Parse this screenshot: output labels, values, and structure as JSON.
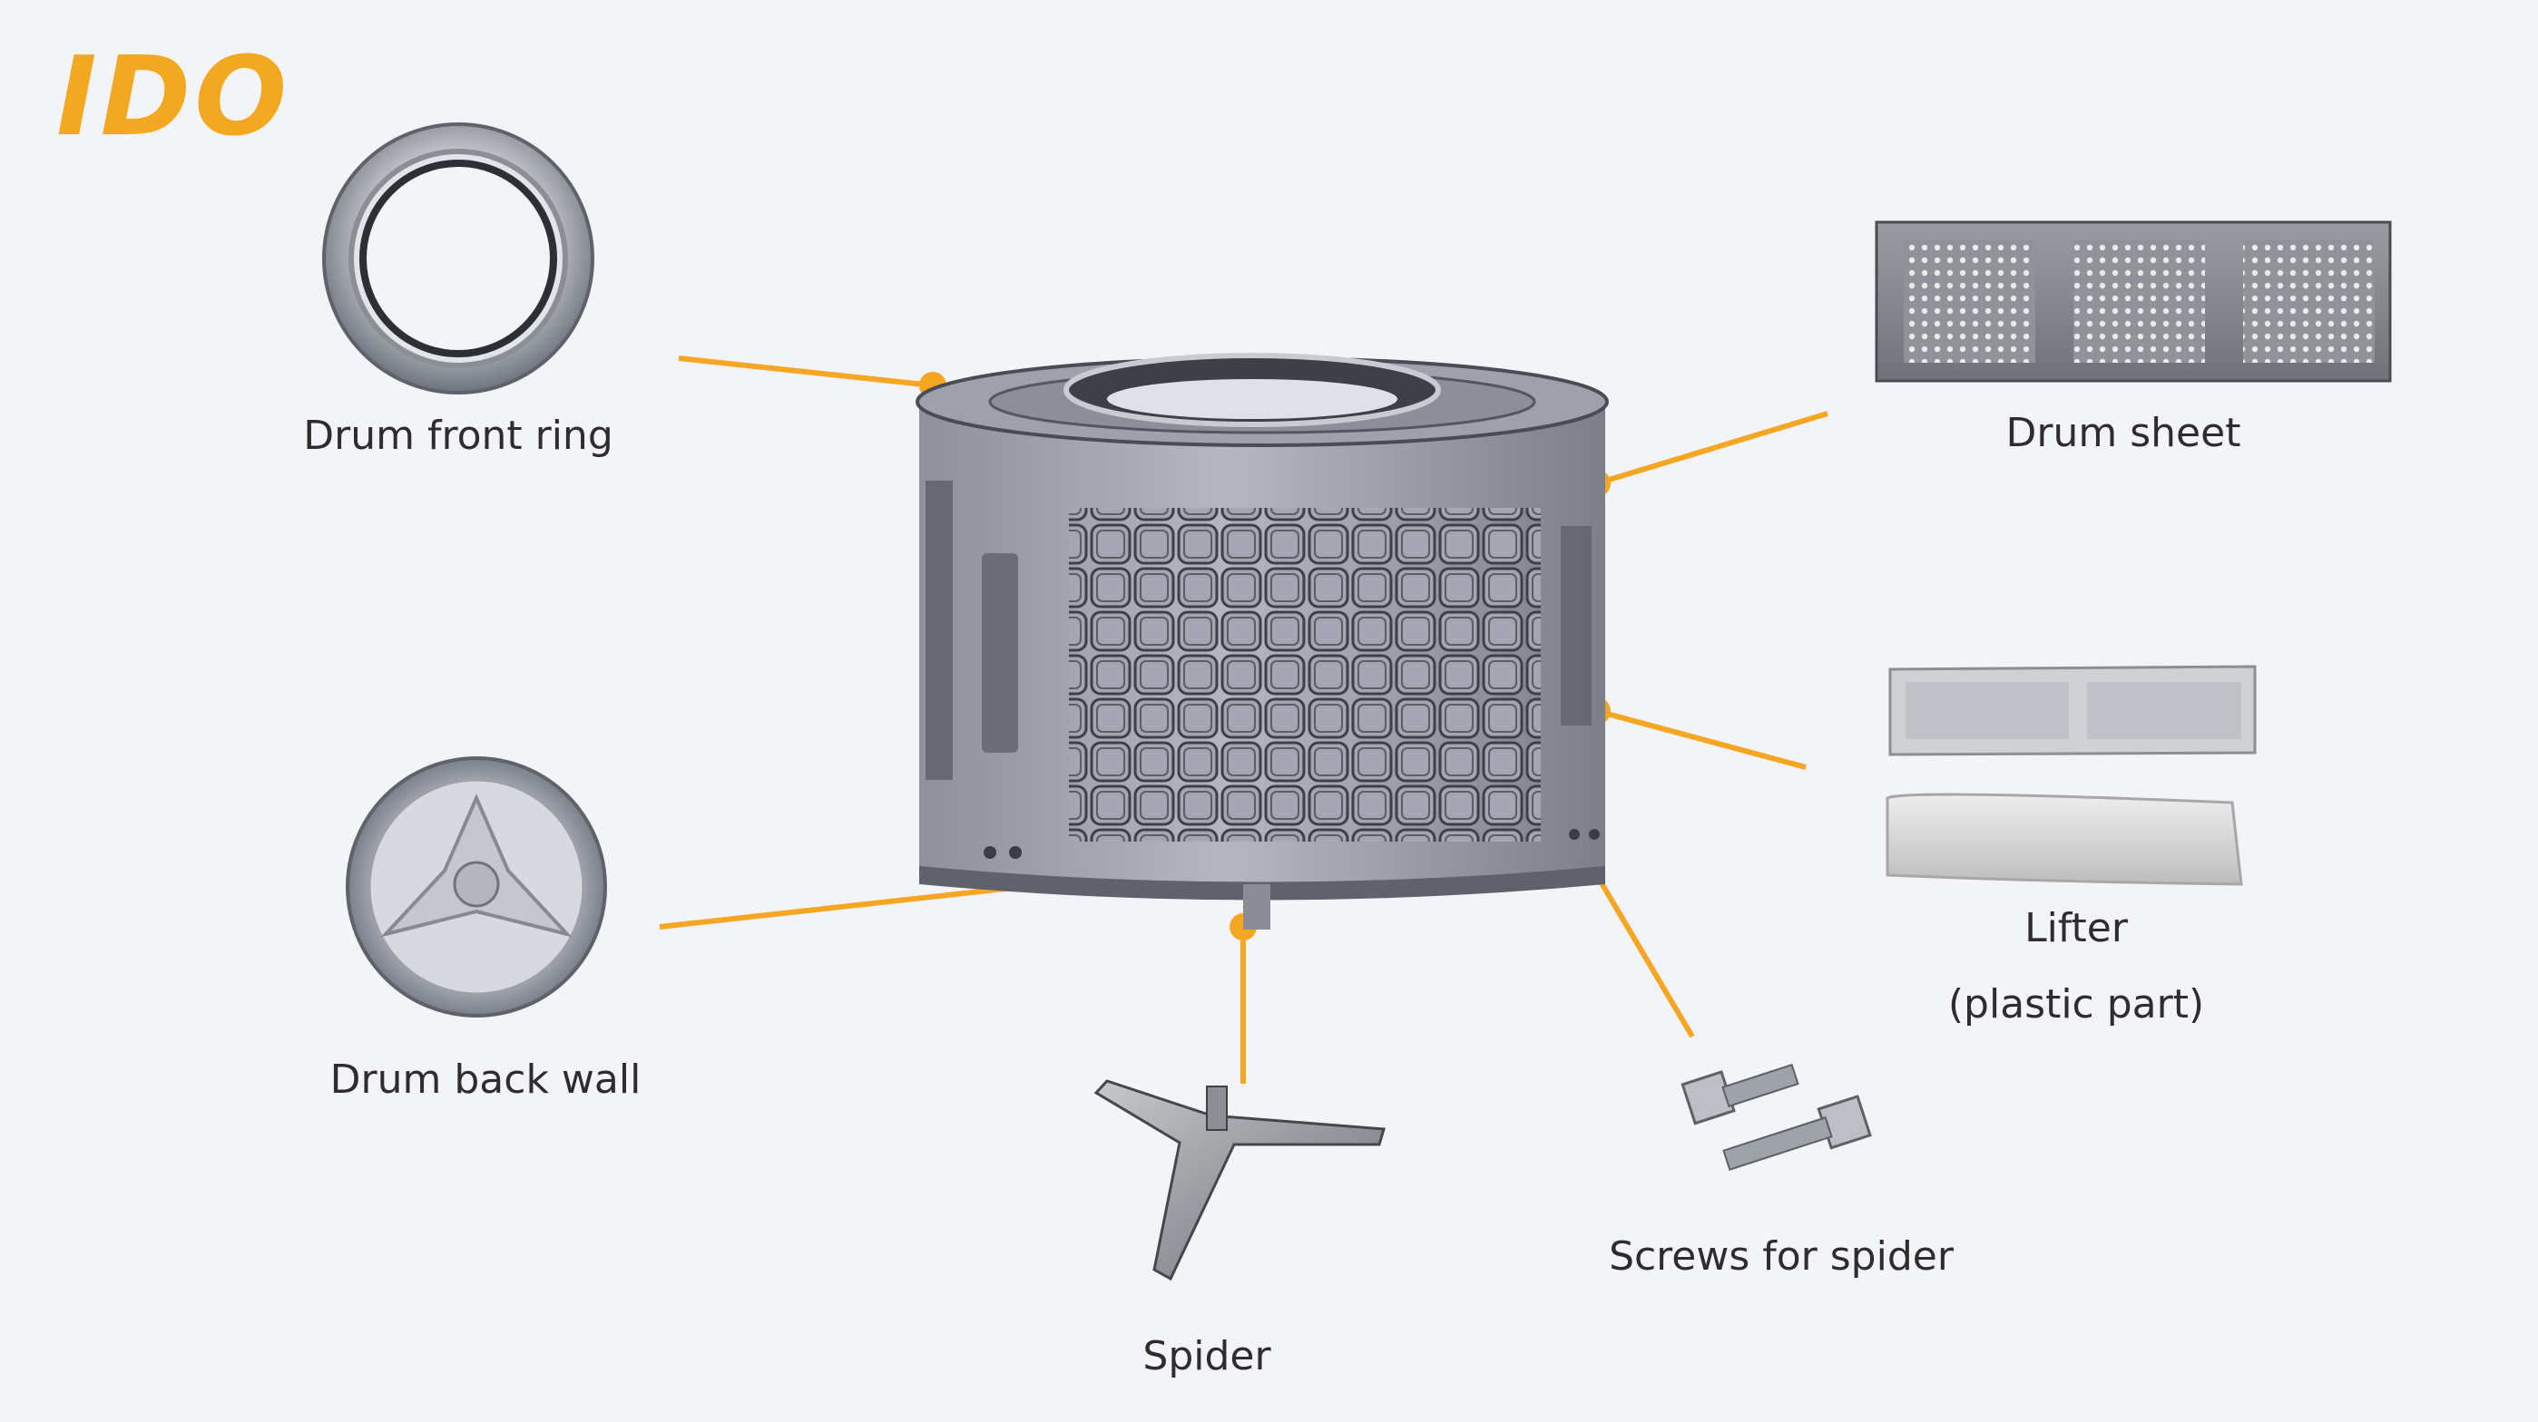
{
  "brand": {
    "logo_text": "IDO",
    "accent_color": "#f5a623"
  },
  "parts": [
    {
      "id": "front-ring",
      "label": "Drum front ring",
      "icon": "drum-front-ring-image"
    },
    {
      "id": "back-wall",
      "label": "Drum back wall",
      "icon": "drum-back-wall-image"
    },
    {
      "id": "drum-sheet",
      "label": "Drum sheet",
      "icon": "drum-sheet-image"
    },
    {
      "id": "lifter",
      "label": "Lifter",
      "label_line2": "(plastic part)",
      "icon": "lifter-image"
    },
    {
      "id": "spider",
      "label": "Spider",
      "icon": "spider-image"
    },
    {
      "id": "screws",
      "label": "Screws for spider",
      "icon": "screws-image"
    }
  ],
  "center_icon": "washing-drum-assembly-image"
}
